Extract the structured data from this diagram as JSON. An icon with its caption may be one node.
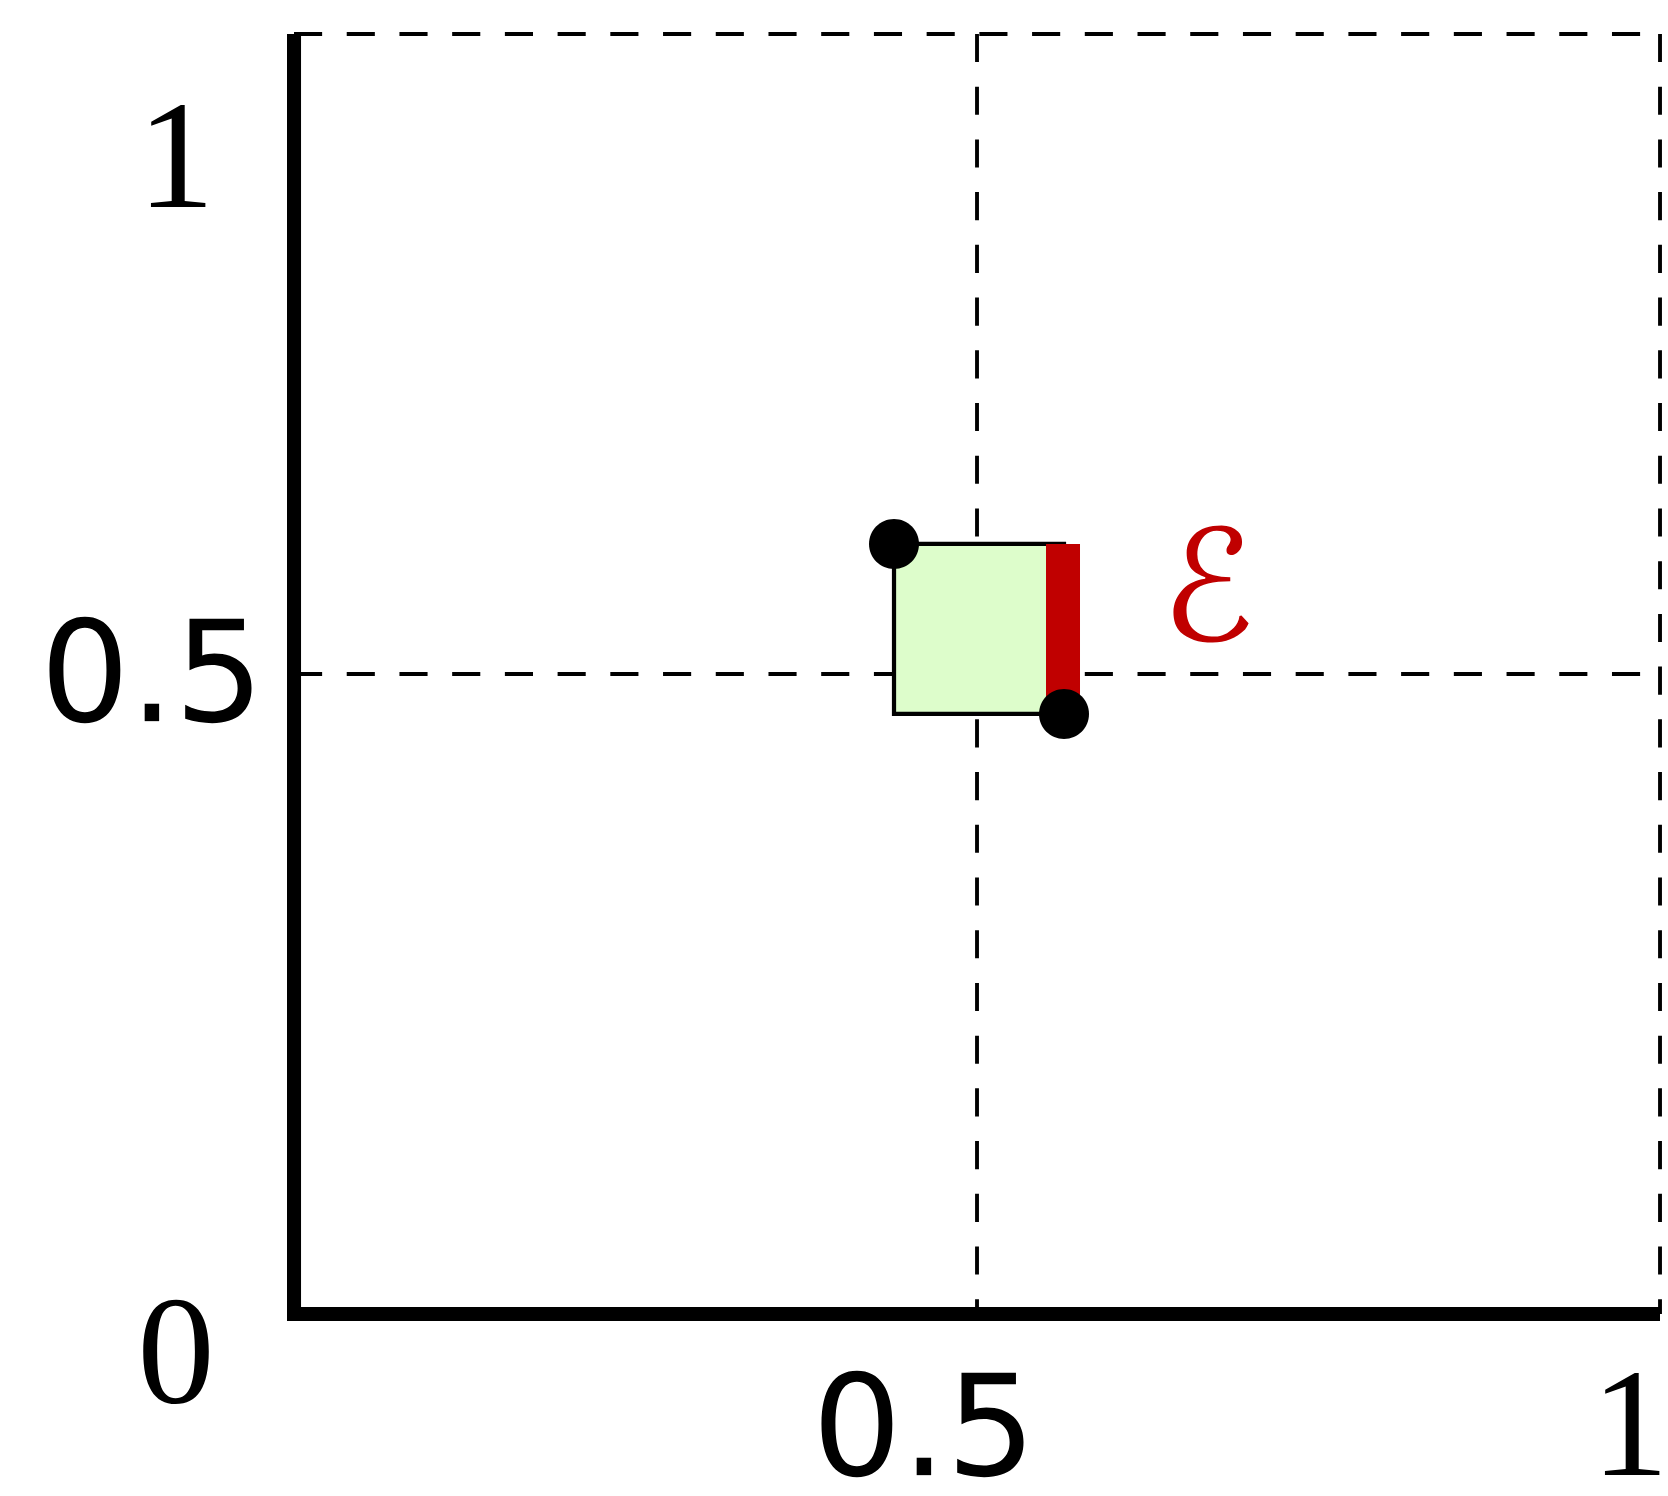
{
  "diagram": {
    "labels": [
      "1",
      "0.5",
      "0",
      "0.5",
      "1",
      "ℰ"
    ]
  }
}
